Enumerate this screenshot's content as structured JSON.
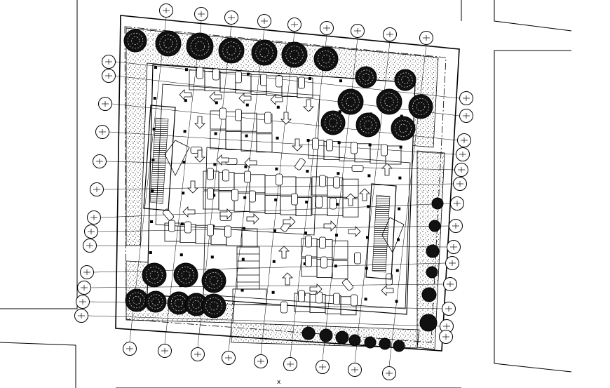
{
  "drawing": {
    "type": "cad-site-plan",
    "subject": "parking-level-plan",
    "background_color": "#ffffff",
    "line_color": "#000000",
    "axis_marker": "x"
  },
  "grid_bubbles": {
    "top_count": 9,
    "bottom_count": 9,
    "left_count": 13,
    "right_count": 14,
    "labels_legible": false
  },
  "components": {
    "ramps": 2,
    "tree_clusters": 4,
    "direction_arrows": true,
    "parking_stalls": true,
    "parked_cars": true
  }
}
